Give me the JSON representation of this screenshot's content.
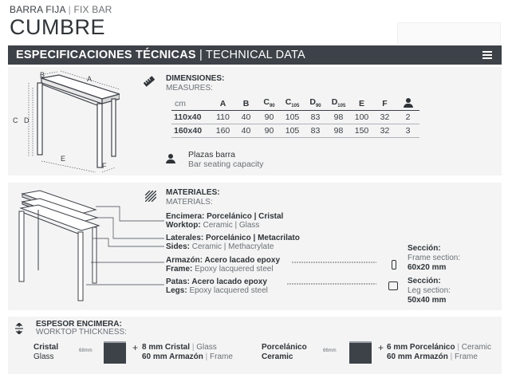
{
  "header": {
    "subtitle_bold": "BARRA FIJA",
    "subtitle_sep": "|",
    "subtitle_light": "FIX BAR",
    "title": "CUMBRE"
  },
  "bar": {
    "title_bold": "ESPECIFICACIONES TÉCNICAS",
    "title_sep": "|",
    "title_light": "TECHNICAL DATA"
  },
  "dimensions": {
    "label": "DIMENSIONES:",
    "sublabel": "MEASURES:",
    "diagram_labels": {
      "a": "A",
      "b": "B",
      "c": "C",
      "d": "D",
      "e": "E",
      "f": "F"
    },
    "columns": [
      "cm",
      "A",
      "B",
      "C",
      "C",
      "D",
      "D",
      "E",
      "F"
    ],
    "column_subs": [
      "",
      "",
      "",
      "90",
      "105",
      "90",
      "105",
      "",
      ""
    ],
    "rows": [
      [
        "110x40",
        "110",
        "40",
        "90",
        "105",
        "83",
        "98",
        "100",
        "32",
        "2"
      ],
      [
        "160x40",
        "160",
        "40",
        "90",
        "105",
        "83",
        "98",
        "150",
        "32",
        "3"
      ]
    ],
    "seating_label": "Plazas barra",
    "seating_sub": "Bar seating capacity"
  },
  "materials": {
    "label": "MATERIALES:",
    "sublabel": "MATERIALS:",
    "items": [
      {
        "es": "Encimera: Porcelánico | Cristal",
        "en_key": "Worktop:",
        "en_val": "Ceramic | Glass"
      },
      {
        "es": "Laterales:  Porcelánico | Metacrilato",
        "en_key": "Sides:",
        "en_val": "Ceramic | Methacrylate"
      },
      {
        "es": "Armazón: Acero lacado epoxy",
        "en_key": "Frame:",
        "en_val": "Epoxy lacquered steel"
      },
      {
        "es": "Patas:  Acero lacado epoxy",
        "en_key": "Legs:",
        "en_val": "Epoxy lacquered steel"
      }
    ],
    "frame_section": {
      "es": "Sección:",
      "en": "Frame section:",
      "value": "60x20 mm"
    },
    "leg_section": {
      "es": "Sección:",
      "en": "Leg section:",
      "value": "50x40 mm"
    }
  },
  "thickness": {
    "label": "ESPESOR ENCIMERA:",
    "sublabel": "WORKTOP THICKNESS:",
    "glass": {
      "name_es": "Cristal",
      "name_en": "Glass",
      "code": "68mm",
      "line1_b": "8 mm Cristal",
      "line1_n": "Glass",
      "line2_b": "60 mm Armazón",
      "line2_n": "Frame"
    },
    "ceramic": {
      "name_es": "Porcelánico",
      "name_en": "Ceramic",
      "code": "66mm",
      "line1_b": "6 mm Porcelánico",
      "line1_n": "Ceramic",
      "line2_b": "60 mm Armazón",
      "line2_n": "Frame"
    },
    "plus": "+",
    "sep": "|"
  }
}
